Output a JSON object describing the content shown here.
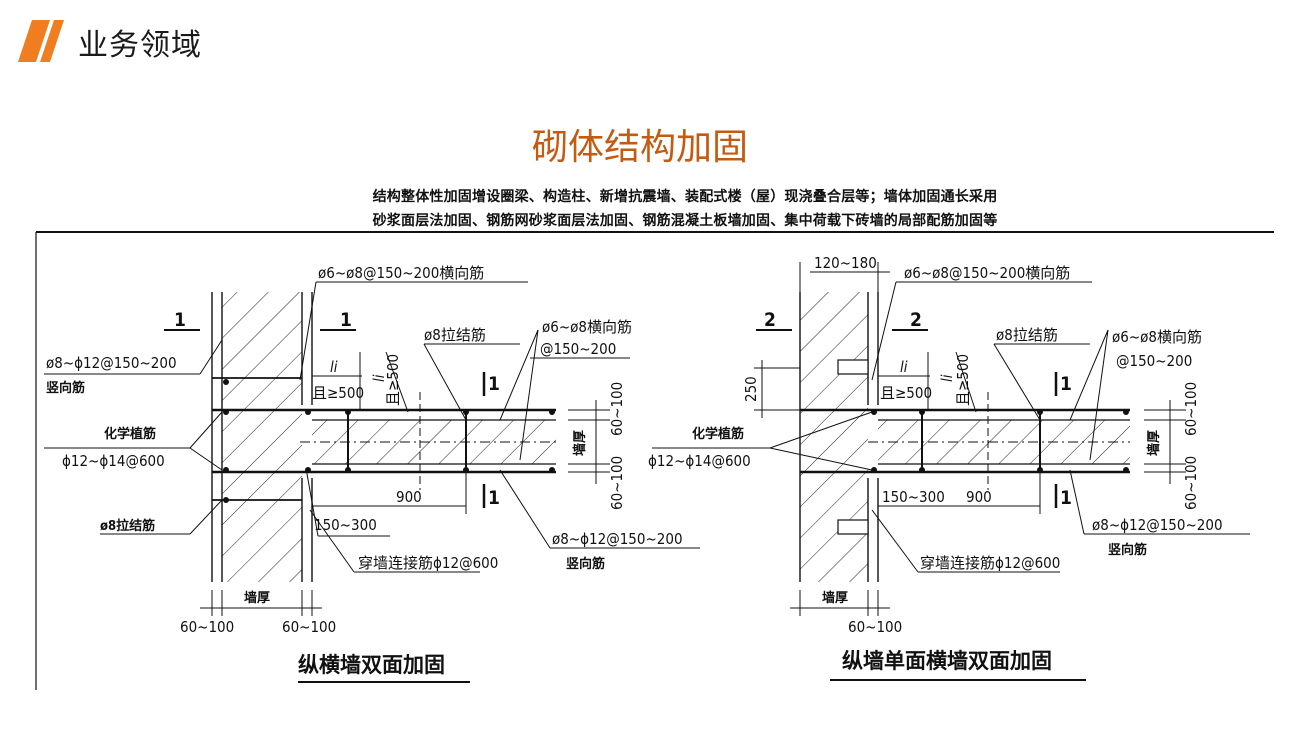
{
  "header": {
    "title": "业务领域",
    "accent_color": "#f07d1f"
  },
  "slide": {
    "title": "砌体结构加固",
    "title_color": "#c55a11",
    "desc_line1": "结构整体性加固增设圈梁、构造柱、新增抗震墙、装配式楼（屋）现浇叠合层等；墙体加固通长采用",
    "desc_line2": "砂浆面层法加固、钢筋网砂浆面层法加固、钢筋混凝土板墙加固、集中荷载下砖墙的局部配筋加固等"
  },
  "left_diagram": {
    "section_left": "1",
    "section_right": "1",
    "horiz_rebar": "ø6~ø8@150~200横向筋",
    "vert_rebar_spec": "ø8~ϕ12@150~200",
    "vert_rebar_name": "竖向筋",
    "chem_anchor_name": "化学植筋",
    "chem_anchor_spec": "ϕ12~ϕ14@600",
    "tie_bar": "ø8拉结筋",
    "tie_bar_top": "ø8拉结筋",
    "branch_horiz_spec": "ø6~ø8横向筋",
    "branch_horiz_spacing": "@150~200",
    "li": "li",
    "ge500": "且≥500",
    "ge500_v": "且≥500",
    "li_v": "li",
    "dim_900": "900",
    "dim_150_300": "150~300",
    "through_tie": "穿墙连接筋ϕ12@600",
    "branch_vert_spec": "ø8~ϕ12@150~200",
    "branch_vert_name": "竖向筋",
    "dim_60_100_a": "60~100",
    "dim_60_100_b": "60~100",
    "wall_thick_v": "墙厚",
    "wall_thick": "墙厚",
    "dim_bottom_left": "60~100",
    "dim_bottom_right": "60~100",
    "cut_label_top": "1",
    "cut_label_bottom": "1",
    "caption": "纵横墙双面加固"
  },
  "right_diagram": {
    "top_dim": "120~180",
    "section_left": "2",
    "section_right": "2",
    "horiz_rebar": "ø6~ø8@150~200横向筋",
    "dim_250": "250",
    "tie_bar_top": "ø8拉结筋",
    "branch_horiz_spec": "ø6~ø8横向筋",
    "branch_horiz_spacing": "@150~200",
    "li": "li",
    "ge500": "且≥500",
    "ge500_v": "且≥500",
    "li_v": "li",
    "chem_anchor_name": "化学植筋",
    "chem_anchor_spec": "ϕ12~ϕ14@600",
    "dim_150_300": "150~300",
    "dim_900": "900",
    "dim_60_100_a": "60~100",
    "dim_60_100_b": "60~100",
    "wall_thick_v": "墙厚",
    "branch_vert_spec": "ø8~ϕ12@150~200",
    "branch_vert_name": "竖向筋",
    "through_tie": "穿墙连接筋ϕ12@600",
    "wall_thick": "墙厚",
    "dim_bottom": "60~100",
    "cut_label_top": "1",
    "cut_label_bottom": "1",
    "caption": "纵墙单面横墙双面加固"
  }
}
